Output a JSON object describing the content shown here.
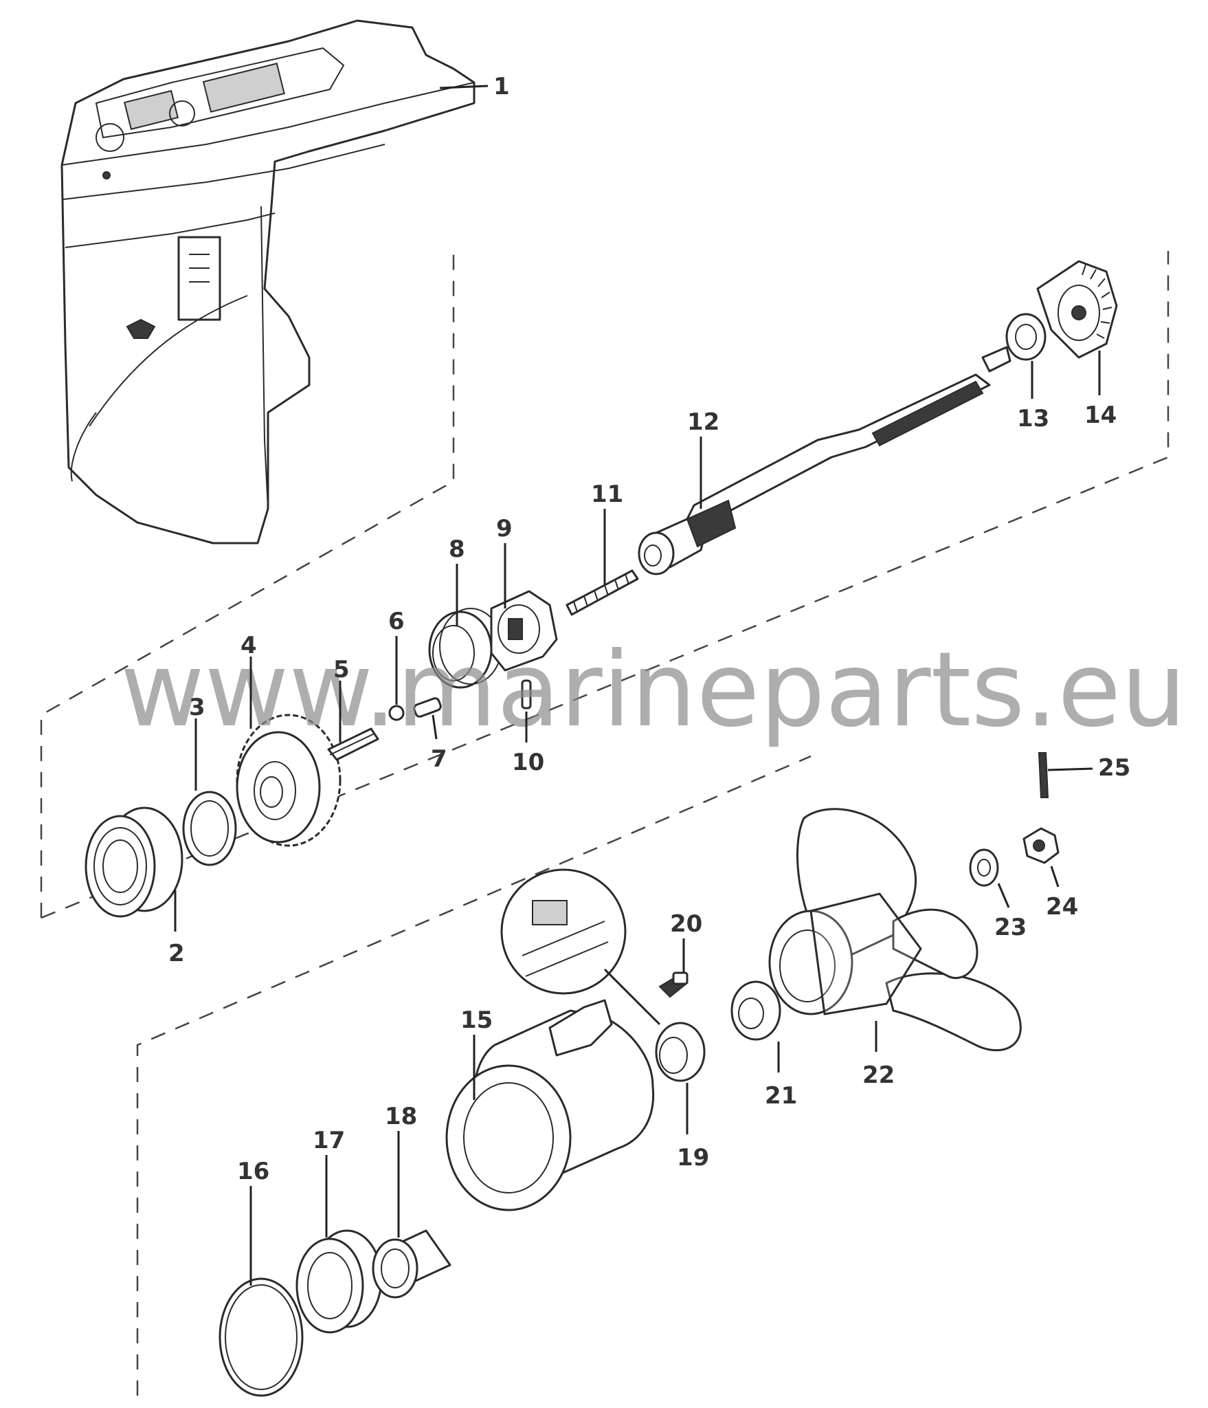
{
  "watermark": "www.marineparts.eu",
  "callouts": {
    "c1": "1",
    "c2": "2",
    "c3": "3",
    "c4": "4",
    "c5": "5",
    "c6": "6",
    "c7": "7",
    "c8": "8",
    "c9": "9",
    "c10": "10",
    "c11": "11",
    "c12": "12",
    "c13": "13",
    "c14": "14",
    "c15": "15",
    "c16": "16",
    "c17": "17",
    "c18": "18",
    "c19": "19",
    "c20": "20",
    "c21": "21",
    "c22": "22",
    "c23": "23",
    "c24": "24",
    "c25": "25"
  }
}
